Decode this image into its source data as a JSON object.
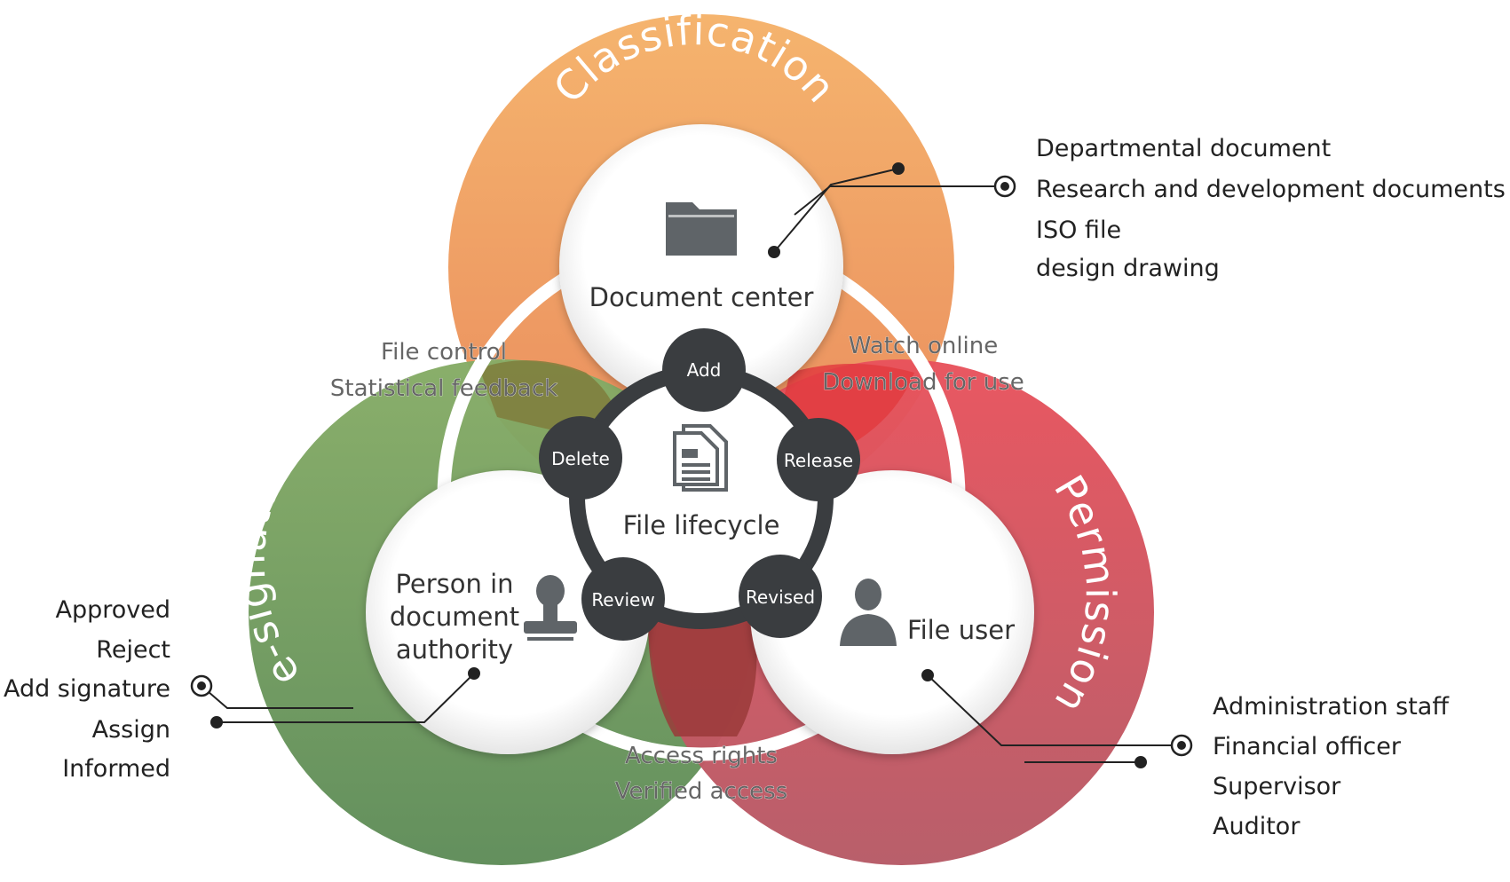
{
  "diagram": {
    "rings": {
      "classification": "Classification",
      "esignature": "e-signature",
      "permission": "Permission"
    },
    "centers": {
      "document_center": "Document center",
      "person_authority": [
        "Person in",
        "document",
        "authority"
      ],
      "file_user": "File user",
      "file_lifecycle": "File lifecycle"
    },
    "lifecycle_nodes": {
      "add": "Add",
      "release": "Release",
      "revised": "Revised",
      "review": "Review",
      "delete": "Delete"
    },
    "overlaps": {
      "left": [
        "File control",
        "Statistical feedback"
      ],
      "right": [
        "Watch online",
        "Download for use"
      ],
      "bottom": [
        "Access rights",
        "Verified access"
      ]
    },
    "lists": {
      "classification": [
        "Departmental document",
        "Research and development documents",
        "ISO file",
        "design drawing"
      ],
      "esignature": [
        "Approved",
        "Reject",
        "Add signature",
        "Assign",
        "Informed"
      ],
      "permission": [
        "Administration staff",
        "Financial officer",
        "Supervisor",
        "Auditor"
      ]
    },
    "colors": {
      "orange": "#f2a864",
      "green": "#6e9a5c",
      "red": "#d94a55",
      "dark_ring": "#3a3d40",
      "icon_gray": "#5f6468"
    }
  }
}
